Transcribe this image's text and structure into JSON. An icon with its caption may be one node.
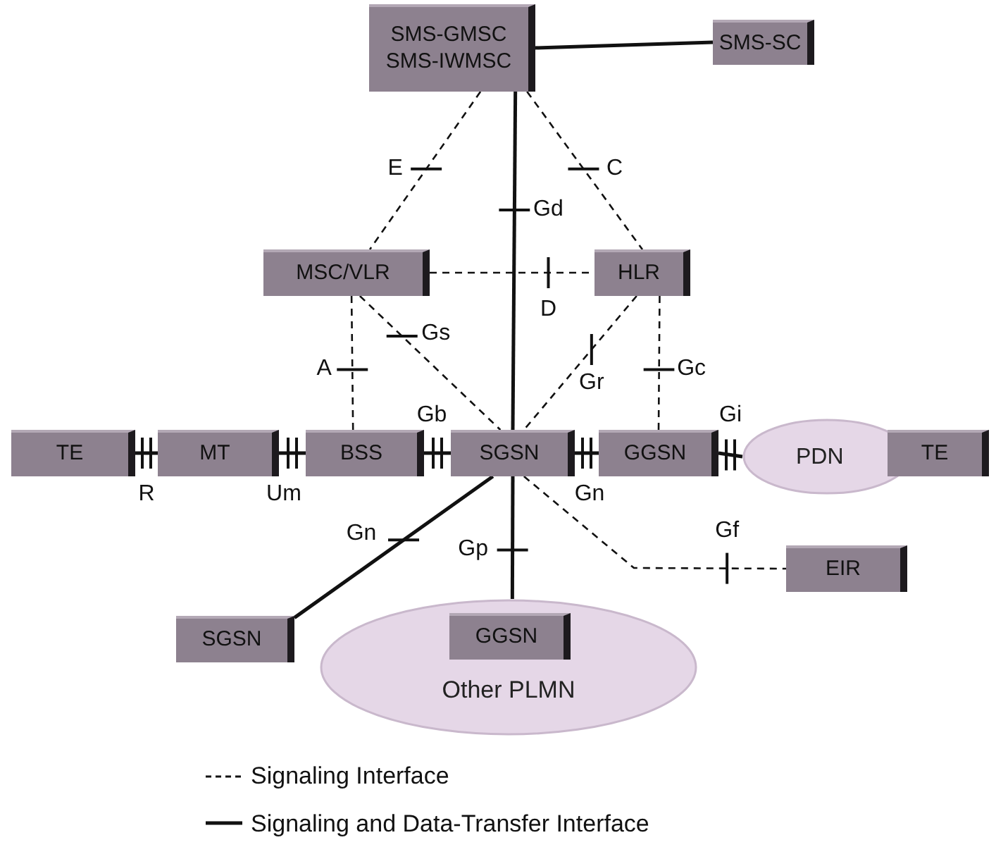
{
  "diagram": {
    "nodes": [
      {
        "text": [
          "SMS-GMSC SMS-IWMSC"
        ]
      },
      {
        "text": [
          "SMS-SC"
        ]
      },
      {
        "text": [
          "MSC/VLR"
        ]
      },
      {
        "text": [
          "HLR"
        ]
      },
      {
        "text": [
          "TE"
        ]
      },
      {
        "text": [
          "MT"
        ]
      },
      {
        "text": [
          "BSS"
        ]
      },
      {
        "text": [
          "SGSN"
        ]
      },
      {
        "text": [
          "GGSN"
        ]
      },
      {
        "text": [
          "PDN"
        ]
      },
      {
        "text": [
          "TE"
        ]
      },
      {
        "text": [
          "EIR"
        ]
      },
      {
        "text": [
          "SGSN"
        ]
      },
      {
        "text": [
          "Other PLMN"
        ]
      },
      {
        "text": [
          "GGSN"
        ],
        "in": 13
      }
    ],
    "edges": [
      {
        "from": 0,
        "to": 1,
        "arrow": "none"
      },
      {
        "from": 0,
        "to": 2,
        "arrow": "none",
        "label": "E",
        "style": "dashed"
      },
      {
        "from": 0,
        "to": 3,
        "arrow": "none",
        "label": "C",
        "style": "dashed"
      },
      {
        "from": 0,
        "to": 7,
        "arrow": "none",
        "label": "Gd"
      },
      {
        "from": 2,
        "to": 3,
        "arrow": "none",
        "label": "D",
        "style": "dashed"
      },
      {
        "from": 2,
        "to": 6,
        "arrow": "none",
        "label": "A",
        "style": "dashed"
      },
      {
        "from": 2,
        "to": 7,
        "arrow": "none",
        "label": "Gs",
        "style": "dashed"
      },
      {
        "from": 3,
        "to": 7,
        "arrow": "none",
        "label": "Gr",
        "style": "dashed"
      },
      {
        "from": 3,
        "to": 8,
        "arrow": "none",
        "label": "Gc",
        "style": "dashed"
      },
      {
        "from": 6,
        "to": 7,
        "arrow": "none",
        "label": "Gb"
      },
      {
        "from": 4,
        "to": 5,
        "arrow": "none",
        "label": "R"
      },
      {
        "from": 5,
        "to": 6,
        "arrow": "none",
        "label": "Um"
      },
      {
        "from": 7,
        "to": 8,
        "arrow": "none",
        "label": "Gn"
      },
      {
        "from": 8,
        "to": 9,
        "arrow": "none",
        "label": "Gi"
      },
      {
        "from": 7,
        "to": 11,
        "arrow": "none",
        "label": "Gf",
        "style": "dashed"
      },
      {
        "from": 7,
        "to": 12,
        "arrow": "none",
        "label": "Gn"
      },
      {
        "from": 7,
        "to": 13,
        "arrow": "none",
        "label": "Gp"
      }
    ],
    "legend": [
      {
        "text": "Signaling Interface"
      },
      {
        "text": "Signaling and Data-Transfer Interface"
      }
    ]
  }
}
